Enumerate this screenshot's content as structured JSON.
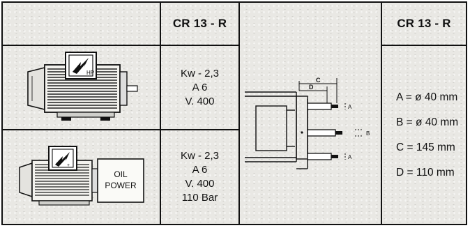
{
  "columns": {
    "motor_header": "",
    "model_header": "CR 13 - R",
    "drawing_header": "",
    "dimensions_header": "CR 13 - R"
  },
  "rows": [
    {
      "motor_label": "HP",
      "motor_icon": "electric-motor-icon",
      "specs": [
        "Kw - 2,3",
        "A 6",
        "V. 400"
      ]
    },
    {
      "motor_label_small": "+",
      "motor_label_lines": [
        "OIL",
        "POWER"
      ],
      "motor_icon": "oil-power-motor-icon",
      "specs": [
        "Kw - 2,3",
        "A 6",
        "V. 400",
        "110 Bar"
      ]
    }
  ],
  "drawing": {
    "labels": {
      "c": "C",
      "d": "D",
      "a_top": "A",
      "b": "B",
      "a_bottom": "A"
    }
  },
  "dimensions": [
    "A = ø 40 mm",
    "B = ø 40 mm",
    "C = 145 mm",
    "D = 110 mm"
  ]
}
